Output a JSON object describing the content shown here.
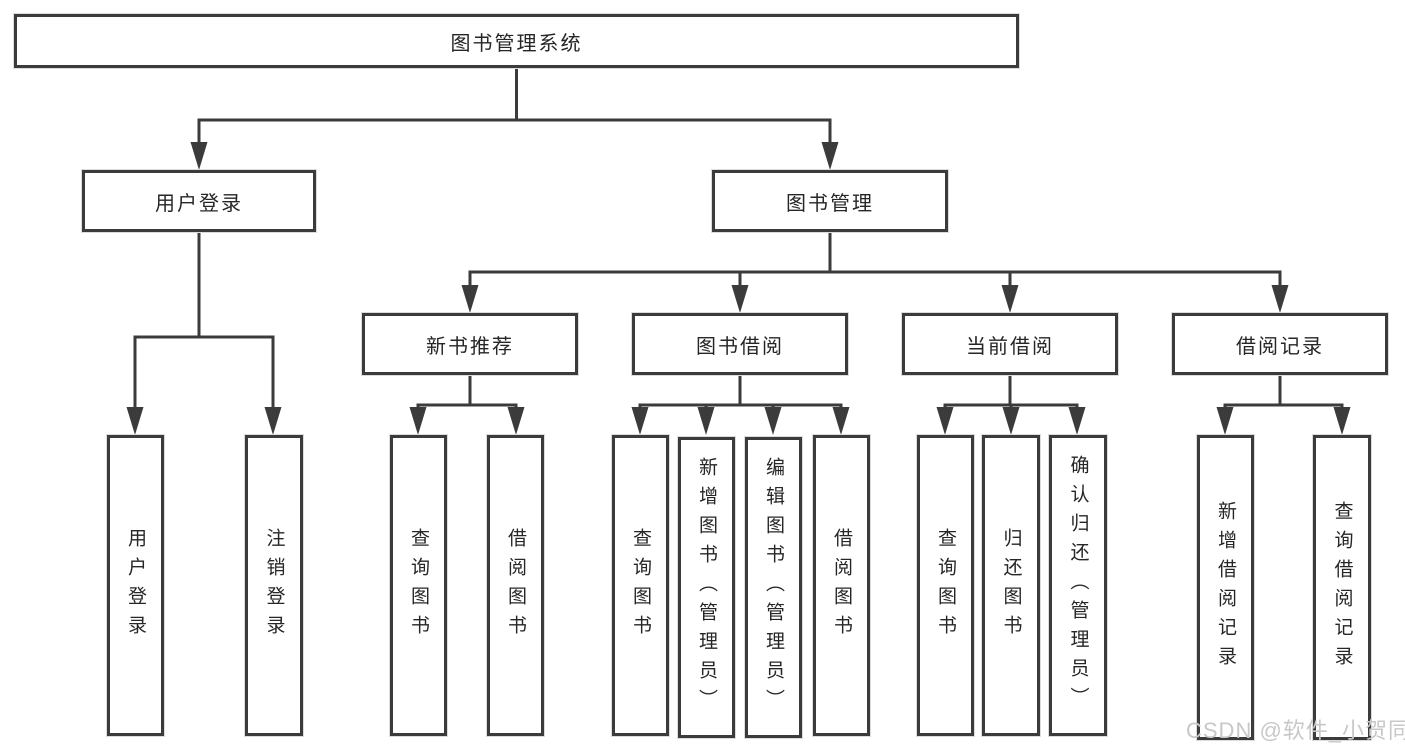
{
  "diagram": {
    "root": {
      "label": "图书管理系统"
    },
    "level2": [
      {
        "label": "用户登录"
      },
      {
        "label": "图书管理"
      }
    ],
    "level3": [
      {
        "label": "新书推荐"
      },
      {
        "label": "图书借阅"
      },
      {
        "label": "当前借阅"
      },
      {
        "label": "借阅记录"
      }
    ],
    "leaves": {
      "user_login": [
        "用户登录",
        "注销登录"
      ],
      "new_books": [
        "查询图书",
        "借阅图书"
      ],
      "borrow": [
        "查询图书",
        "新增图书（管理员）",
        "编辑图书（管理员）",
        "借阅图书"
      ],
      "current": [
        "查询图书",
        "归还图书",
        "确认归还（管理员）"
      ],
      "records": [
        "新增借阅记录",
        "查询借阅记录"
      ]
    },
    "watermark": "CSDN @软件_小贺同学",
    "colors": {
      "line": "#3b3b3b",
      "box_fill": "#ffffff",
      "text": "#262626",
      "watermark": "#c8c8c8"
    }
  }
}
